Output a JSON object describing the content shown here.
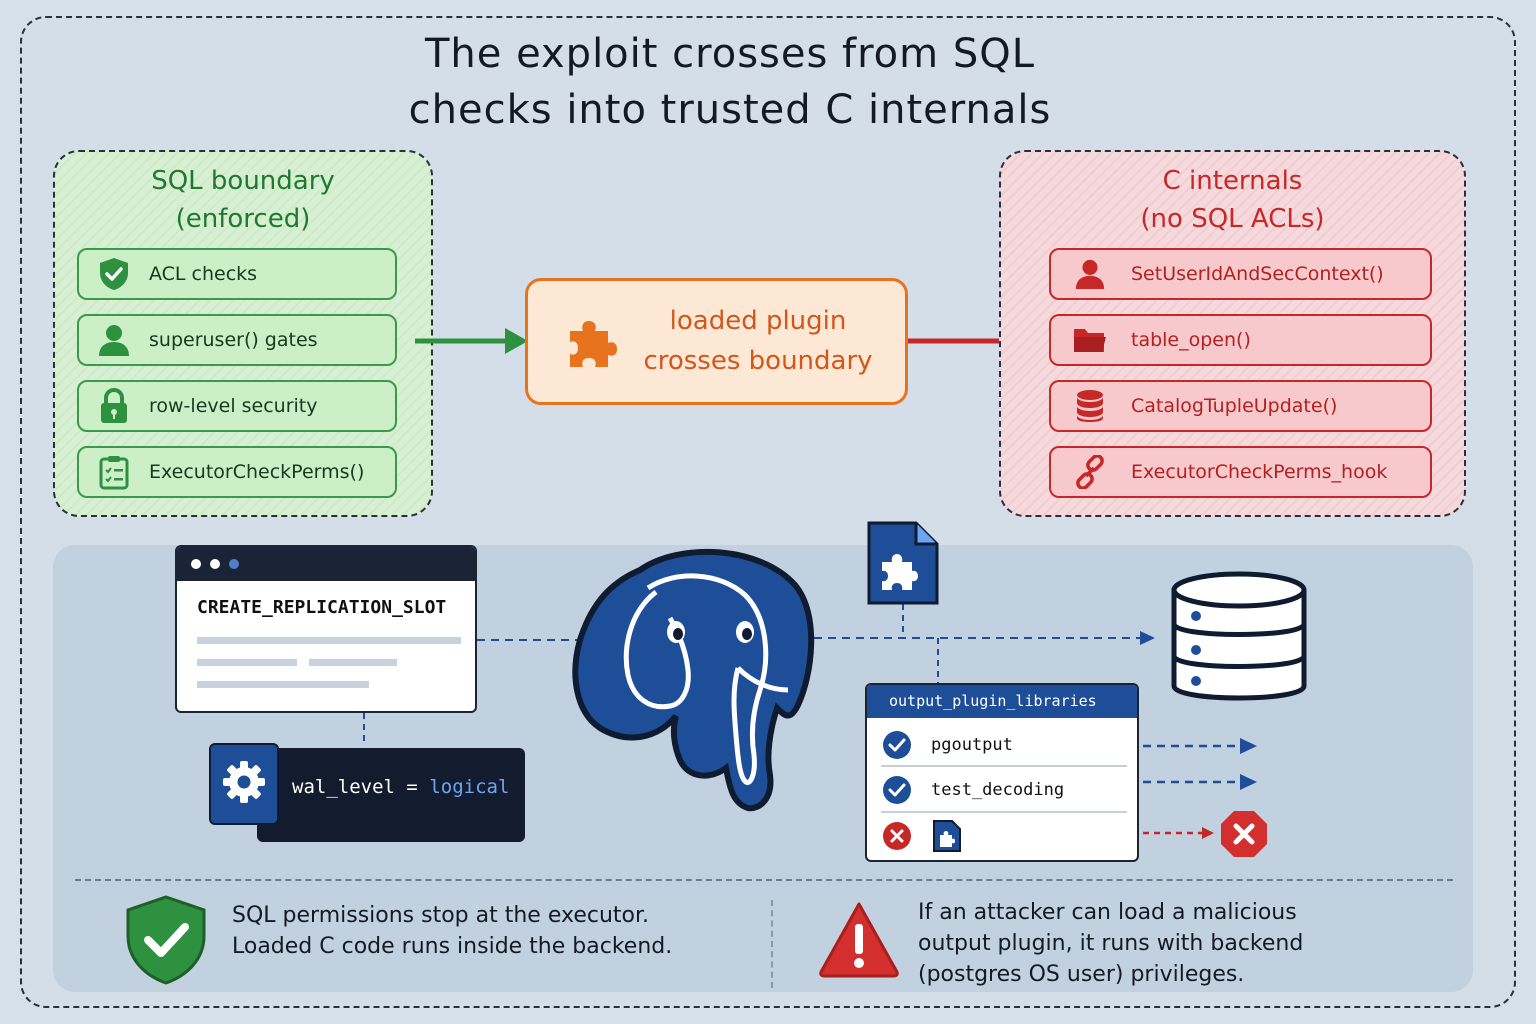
{
  "title": {
    "line1": "The exploit crosses from SQL",
    "line2": "checks into trusted C internals"
  },
  "sql_boundary": {
    "heading_line1": "SQL boundary",
    "heading_line2": "(enforced)",
    "items": [
      {
        "label": "ACL checks",
        "icon": "shield-check-icon"
      },
      {
        "label": "superuser() gates",
        "icon": "user-icon"
      },
      {
        "label": "row-level security",
        "icon": "lock-icon"
      },
      {
        "label": "ExecutorCheckPerms()",
        "icon": "clipboard-check-icon"
      }
    ]
  },
  "plugin": {
    "line1": "loaded plugin",
    "line2": "crosses boundary",
    "icon": "puzzle-icon"
  },
  "c_internals": {
    "heading_line1": "C internals",
    "heading_line2": "(no SQL ACLs)",
    "items": [
      {
        "label": "SetUserIdAndSecContext()",
        "icon": "user-icon"
      },
      {
        "label": "table_open()",
        "icon": "folder-icon"
      },
      {
        "label": "CatalogTupleUpdate()",
        "icon": "database-icon"
      },
      {
        "label": "ExecutorCheckPerms_hook",
        "icon": "link-icon"
      }
    ]
  },
  "replication": {
    "command": "CREATE_REPLICATION_SLOT"
  },
  "wal": {
    "key": "wal_level",
    "op": "=",
    "value": "logical"
  },
  "libraries": {
    "header": "output_plugin_libraries",
    "rows": [
      {
        "label": "pgoutput",
        "status": "allowed"
      },
      {
        "label": "test_decoding",
        "status": "allowed"
      },
      {
        "label": "",
        "status": "blocked"
      }
    ]
  },
  "notes": {
    "left_line1": "SQL permissions stop at the executor.",
    "left_line2": "Loaded C code runs inside the backend.",
    "right_line1": "If an attacker can load a malicious",
    "right_line2": "output plugin, it runs with backend",
    "right_line3": "(postgres OS user) privileges."
  },
  "colors": {
    "green": "#2e9140",
    "red": "#c62828",
    "orange": "#e8731e",
    "blue": "#1f4e99",
    "navy": "#131c2e"
  }
}
